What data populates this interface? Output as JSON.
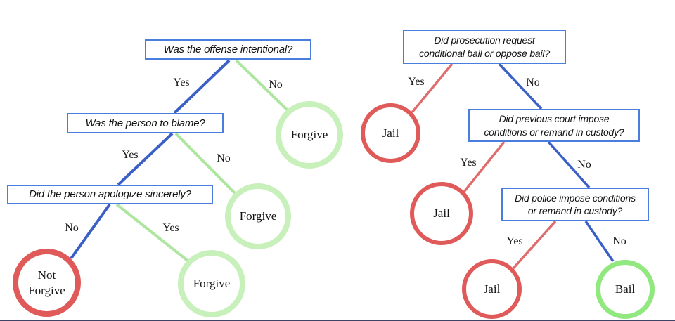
{
  "colors": {
    "box_border": "#4a7ede",
    "edge_blue": "#3a5fc6",
    "edge_green": "#aee6a0",
    "edge_red": "#e06d6d",
    "circle_red": "#e05a5a",
    "circle_green_pale": "#c7f0ba",
    "circle_green_bright": "#90e87e",
    "bottom_line": "#3d4466"
  },
  "left_tree": {
    "q1": "Was the offense intentional?",
    "q1_yes_label": "Yes",
    "q1_no_label": "No",
    "q2": "Was the person to blame?",
    "q2_yes_label": "Yes",
    "q2_no_label": "No",
    "q3": "Did the person apologize sincerely?",
    "q3_no_label": "No",
    "q3_yes_label": "Yes",
    "outcome_not_forgive": "Not\nForgive",
    "outcome_forgive_top": "Forgive",
    "outcome_forgive_mid": "Forgive",
    "outcome_forgive_bottom": "Forgive"
  },
  "right_tree": {
    "q1": "Did prosecution request\nconditional bail or oppose bail?",
    "q1_yes_label": "Yes",
    "q1_no_label": "No",
    "q2": "Did previous court impose\nconditions or remand in custody?",
    "q2_yes_label": "Yes",
    "q2_no_label": "No",
    "q3": "Did police impose conditions\nor remand in custody?",
    "q3_yes_label": "Yes",
    "q3_no_label": "No",
    "outcome_jail_1": "Jail",
    "outcome_jail_2": "Jail",
    "outcome_jail_3": "Jail",
    "outcome_bail": "Bail"
  }
}
